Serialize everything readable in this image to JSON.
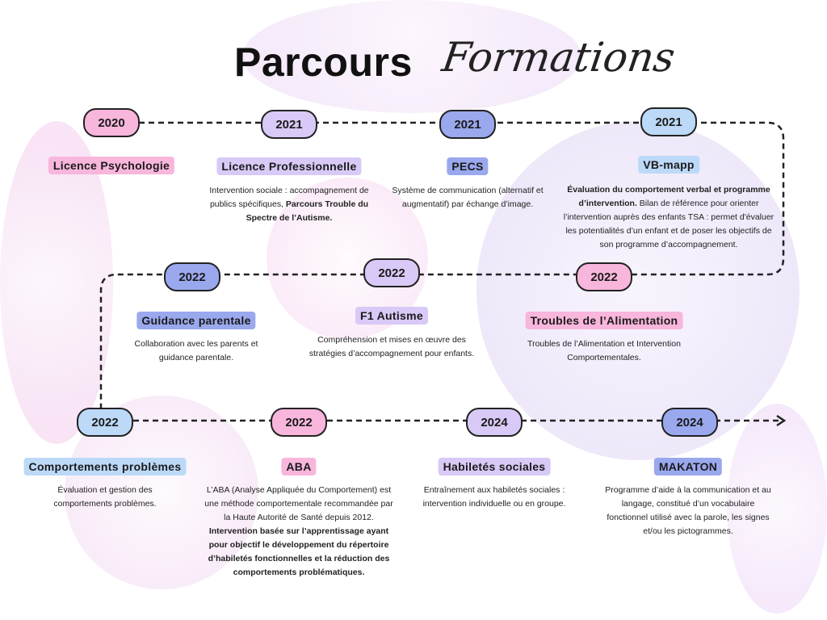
{
  "title": {
    "main": "Parcours",
    "script": "Formations"
  },
  "colors": {
    "pink": "#f8b6dc",
    "lavender": "#d8c9f6",
    "periwinkle": "#9aa8ee",
    "lightblue": "#bcd9f7"
  },
  "items": [
    {
      "year": "2020",
      "label": "Licence Psychologie",
      "color": "pink",
      "desc": []
    },
    {
      "year": "2021",
      "label": "Licence Professionnelle",
      "color": "lavender",
      "desc": [
        {
          "t": "Intervention sociale : accompagnement de publics spécifiques, ",
          "b": false
        },
        {
          "t": "Parcours Trouble du Spectre de l’Autisme.",
          "b": true
        }
      ]
    },
    {
      "year": "2021",
      "label": "PECS",
      "color": "periwinkle",
      "desc": [
        {
          "t": "Système de communication (alternatif et augmentatif) par échange d’image.",
          "b": false
        }
      ]
    },
    {
      "year": "2021",
      "label": "VB-mapp",
      "color": "lightblue",
      "desc": [
        {
          "t": "Évaluation du comportement verbal et programme d’intervention.",
          "b": true
        },
        {
          "t": " Bilan de référence pour orienter l’intervention auprès des enfants TSA : permet d'évaluer les potentialités d’un enfant et de poser les objectifs de son programme d’accompagnement.",
          "b": false
        }
      ]
    },
    {
      "year": "2022",
      "label": "Guidance parentale",
      "color": "periwinkle",
      "desc": [
        {
          "t": "Collaboration avec les parents et guidance parentale.",
          "b": false
        }
      ]
    },
    {
      "year": "2022",
      "label": "F1 Autisme",
      "color": "lavender",
      "desc": [
        {
          "t": "Compréhension et mises en œuvre des stratégies d’accompagnement pour enfants.",
          "b": false
        }
      ]
    },
    {
      "year": "2022",
      "label": "Troubles de l’Alimentation",
      "color": "pink",
      "desc": [
        {
          "t": "Troubles de l’Alimentation et Intervention Comportementales.",
          "b": false
        }
      ]
    },
    {
      "year": "2022",
      "label": "Comportements problèmes",
      "color": "lightblue",
      "desc": [
        {
          "t": "Évaluation et gestion des comportements problèmes.",
          "b": false
        }
      ]
    },
    {
      "year": "2022",
      "label": "ABA",
      "color": "pink",
      "desc": [
        {
          "t": "L’ABA (Analyse Appliquée du Comportement) est une méthode comportementale recommandée par la Haute Autorité de Santé depuis 2012. ",
          "b": false
        },
        {
          "t": "Intervention basée sur l’apprentissage ayant pour objectif le développement du répertoire d’habiletés fonctionnelles et la réduction des comportements problématiques.",
          "b": true
        }
      ]
    },
    {
      "year": "2024",
      "label": "Habiletés sociales",
      "color": "lavender",
      "desc": [
        {
          "t": "Entraînement aux habiletés sociales : intervention individuelle ou en groupe.",
          "b": false
        }
      ]
    },
    {
      "year": "2024",
      "label": "MAKATON",
      "color": "periwinkle",
      "desc": [
        {
          "t": "Programme d’aide à la communication et au langage, constitué d’un vocabulaire fonctionnel utilisé avec la parole, les signes et/ou les pictogrammes.",
          "b": false
        }
      ]
    }
  ]
}
